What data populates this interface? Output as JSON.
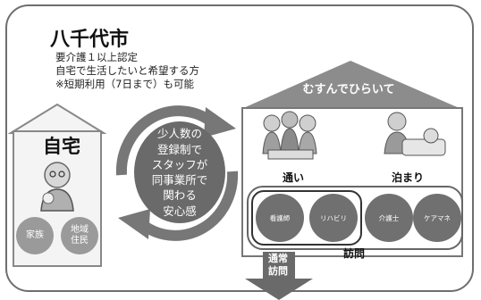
{
  "title": "八千代市",
  "description": [
    "要介護１以上認定",
    "自宅で生活したいと希望する方",
    "※短期利用（7日まで）も可能"
  ],
  "home": {
    "label": "自宅",
    "supports": [
      "家族",
      "地域\n住民"
    ]
  },
  "center_circle": [
    "少人数の",
    "登録制で",
    "スタッフが",
    "同事業所で",
    "関わる",
    "安心感"
  ],
  "facility": {
    "name": "むすんでひらいて",
    "day_label": "通い",
    "stay_label": "泊まり",
    "visit_label": "訪問",
    "services": [
      "看護師",
      "リハビリ",
      "介護士",
      "ケアマネ"
    ]
  },
  "arrow_label": [
    "通常",
    "訪問"
  ],
  "colors": {
    "dark_gray": "#6a6a6a",
    "mid_gray": "#9a9a9a",
    "roof_gray": "#8c8c8c"
  }
}
